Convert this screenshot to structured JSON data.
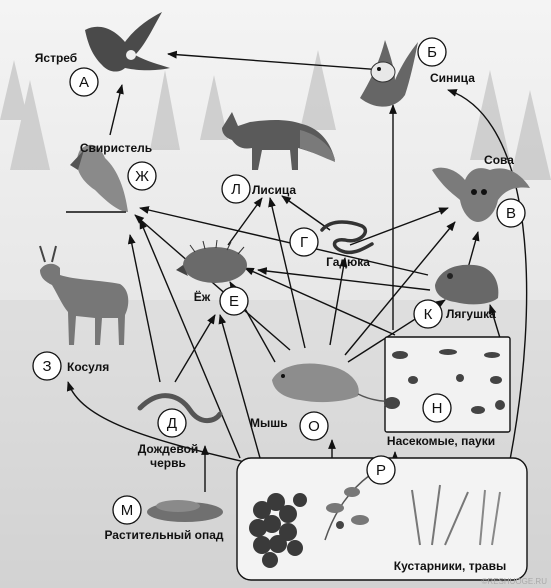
{
  "nodes": {
    "hawk": {
      "letter": "А",
      "name": "Ястреб"
    },
    "tit": {
      "letter": "Б",
      "name": "Синица"
    },
    "owl": {
      "letter": "В",
      "name": "Сова"
    },
    "viper": {
      "letter": "Г",
      "name": "Гадюка"
    },
    "worm": {
      "letter": "Д",
      "name_line1": "Дождевой",
      "name_line2": "червь"
    },
    "hedgehog": {
      "letter": "Е",
      "name": "Ёж"
    },
    "waxwing": {
      "letter": "Ж",
      "name": "Свиристель"
    },
    "roe": {
      "letter": "З",
      "name": "Косуля"
    },
    "frog": {
      "letter": "К",
      "name": "Лягушка"
    },
    "fox": {
      "letter": "Л",
      "name": "Лисица"
    },
    "litter": {
      "letter": "М",
      "name": "Растительный опад"
    },
    "insects": {
      "letter": "Н",
      "name": "Насекомые, пауки"
    },
    "mouse": {
      "letter": "О",
      "name": "Мышь"
    },
    "plants": {
      "letter": "Р",
      "name": "Кустарники, травы"
    }
  },
  "watermark": "©RESHUOGE.RU"
}
